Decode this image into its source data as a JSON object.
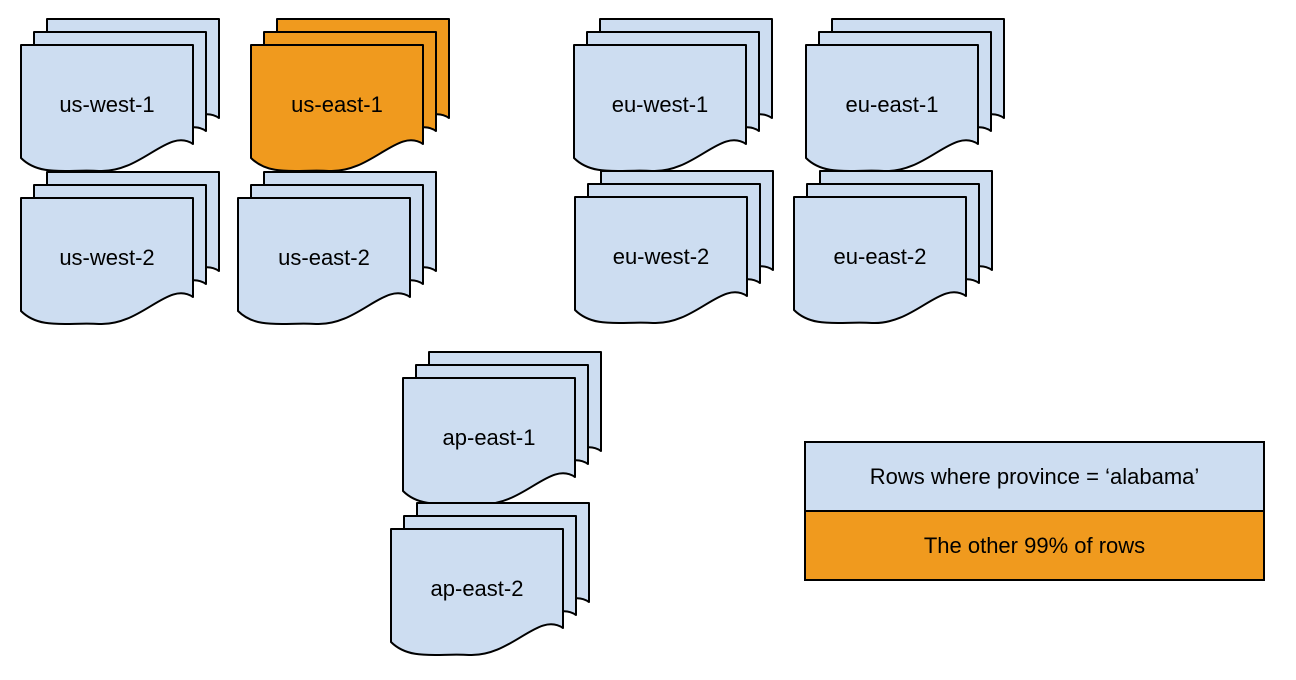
{
  "diagram": {
    "stacks": [
      {
        "label": "us-west-1",
        "highlighted": false
      },
      {
        "label": "us-east-1",
        "highlighted": true
      },
      {
        "label": "us-west-2",
        "highlighted": false
      },
      {
        "label": "us-east-2",
        "highlighted": false
      },
      {
        "label": "eu-west-1",
        "highlighted": false
      },
      {
        "label": "eu-east-1",
        "highlighted": false
      },
      {
        "label": "eu-west-2",
        "highlighted": false
      },
      {
        "label": "eu-east-2",
        "highlighted": false
      },
      {
        "label": "ap-east-1",
        "highlighted": false
      },
      {
        "label": "ap-east-2",
        "highlighted": false
      }
    ],
    "legend": {
      "items": [
        {
          "label": "Rows where province = ‘alabama’",
          "swatch": "blue"
        },
        {
          "label": "The other 99% of rows",
          "swatch": "orange"
        }
      ]
    },
    "colors": {
      "page": "#cdddf1",
      "highlight": "#f09a1e",
      "stroke": "#000000",
      "background": "#ffffff"
    }
  }
}
